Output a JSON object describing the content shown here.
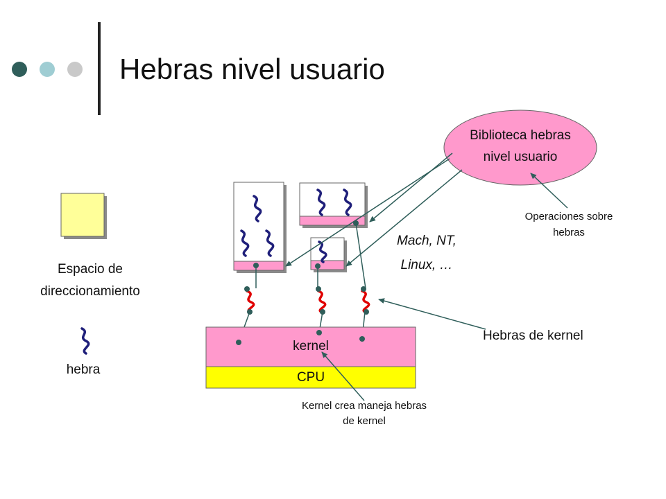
{
  "slide": {
    "title": "Hebras nivel usuario",
    "colors": {
      "dot1": "#2f5e5a",
      "dot2": "#9fcdd3",
      "dot3": "#c9c9c9",
      "address_space": "#ffff99",
      "user_space_box": "#ffffff",
      "library": "#ff99cc",
      "kernel": "#ff99cc",
      "cpu": "#ffff00",
      "user_thread": "#1f1f7a",
      "kernel_thread": "#e00000",
      "connector": "#2f5e5a"
    }
  },
  "legend": {
    "address_space_label_1": "Espacio de",
    "address_space_label_2": "direccionamiento",
    "thread_label": "hebra"
  },
  "diagram": {
    "library_line1": "Biblioteca hebras",
    "library_line2": "nivel usuario",
    "ops_line1": "Operaciones sobre",
    "ops_line2": "hebras",
    "os_line1": "Mach, NT,",
    "os_line2": "Linux, …",
    "kernel_threads_label": "Hebras de kernel",
    "kernel_label": "kernel",
    "cpu_label": "CPU",
    "kernel_note_line1": "Kernel crea maneja hebras",
    "kernel_note_line2": "de kernel"
  }
}
